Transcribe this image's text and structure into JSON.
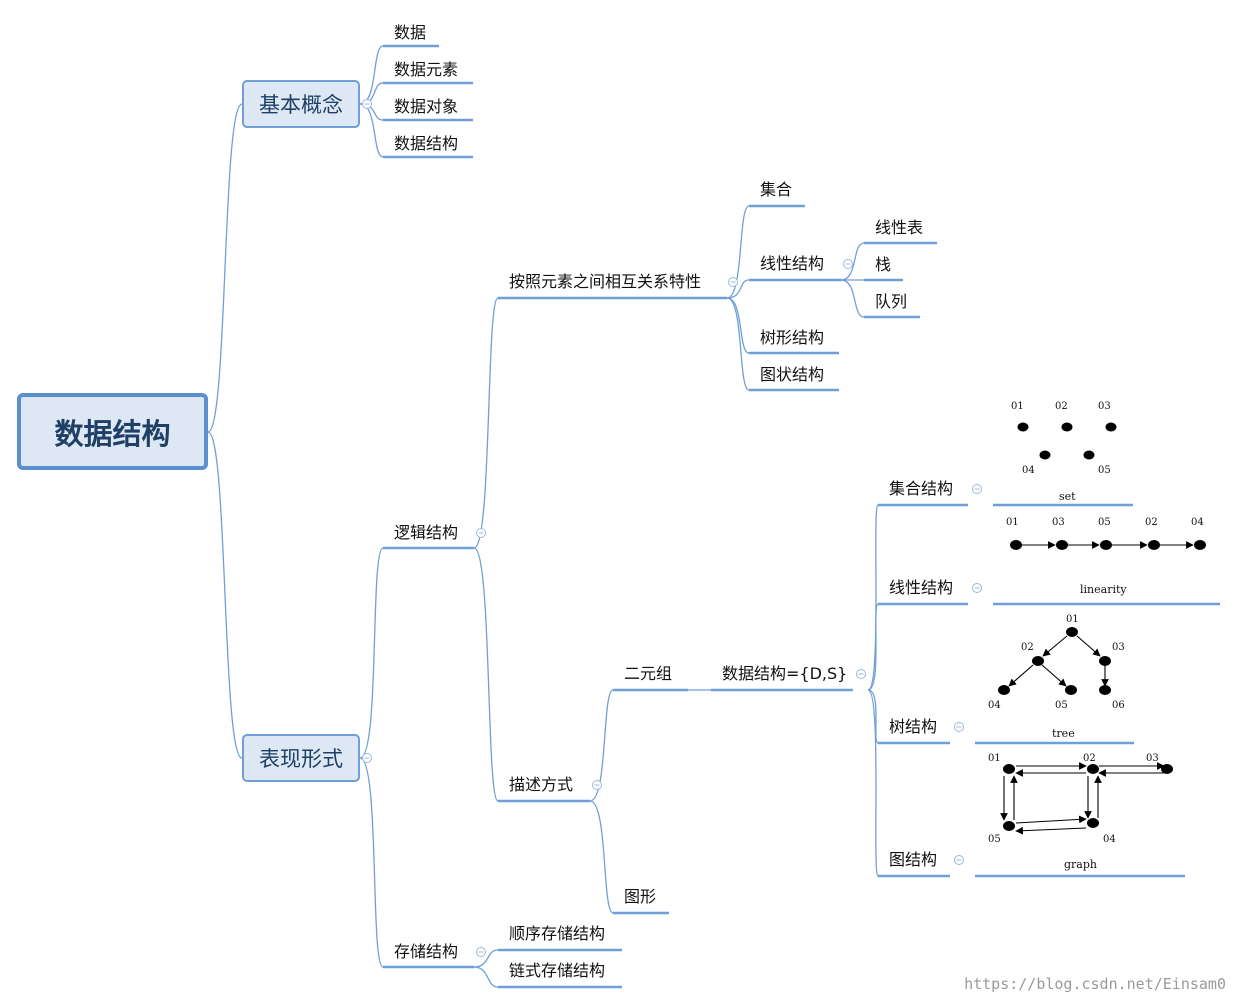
{
  "root": {
    "label": "数据结构"
  },
  "basic": {
    "label": "基本概念",
    "items": [
      "数据",
      "数据元素",
      "数据对象",
      "数据结构"
    ]
  },
  "representation": {
    "label": "表现形式"
  },
  "logical": {
    "label": "逻辑结构",
    "by_relation": {
      "label": "按照元素之间相互关系特性",
      "set": "集合",
      "linear": {
        "label": "线性结构",
        "items": [
          "线性表",
          "栈",
          "队列"
        ]
      },
      "tree": "树形结构",
      "graph": "图状结构"
    },
    "description": {
      "label": "描述方式",
      "tuple": {
        "label": "二元组",
        "formula": "数据结构={D,S}",
        "kinds": [
          "集合结构",
          "线性结构",
          "树结构",
          "图结构"
        ]
      },
      "figure": "图形"
    }
  },
  "storage": {
    "label": "存储结构",
    "items": [
      "顺序存储结构",
      "链式存储结构"
    ]
  },
  "figures": {
    "set": {
      "caption": "set",
      "nodes": [
        "01",
        "02",
        "03",
        "04",
        "05"
      ]
    },
    "linearity": {
      "caption": "linearity",
      "nodes": [
        "01",
        "03",
        "05",
        "02",
        "04"
      ]
    },
    "tree": {
      "caption": "tree",
      "nodes": [
        "01",
        "02",
        "03",
        "04",
        "05",
        "06"
      ]
    },
    "graph": {
      "caption": "graph",
      "nodes": [
        "01",
        "02",
        "03",
        "05",
        "04"
      ]
    }
  },
  "watermark": "https://blog.csdn.net/Einsam0",
  "colors": {
    "line": "#6f9fd6",
    "box_fill": "#dde8f4",
    "box_border": "#6f9fd6"
  }
}
